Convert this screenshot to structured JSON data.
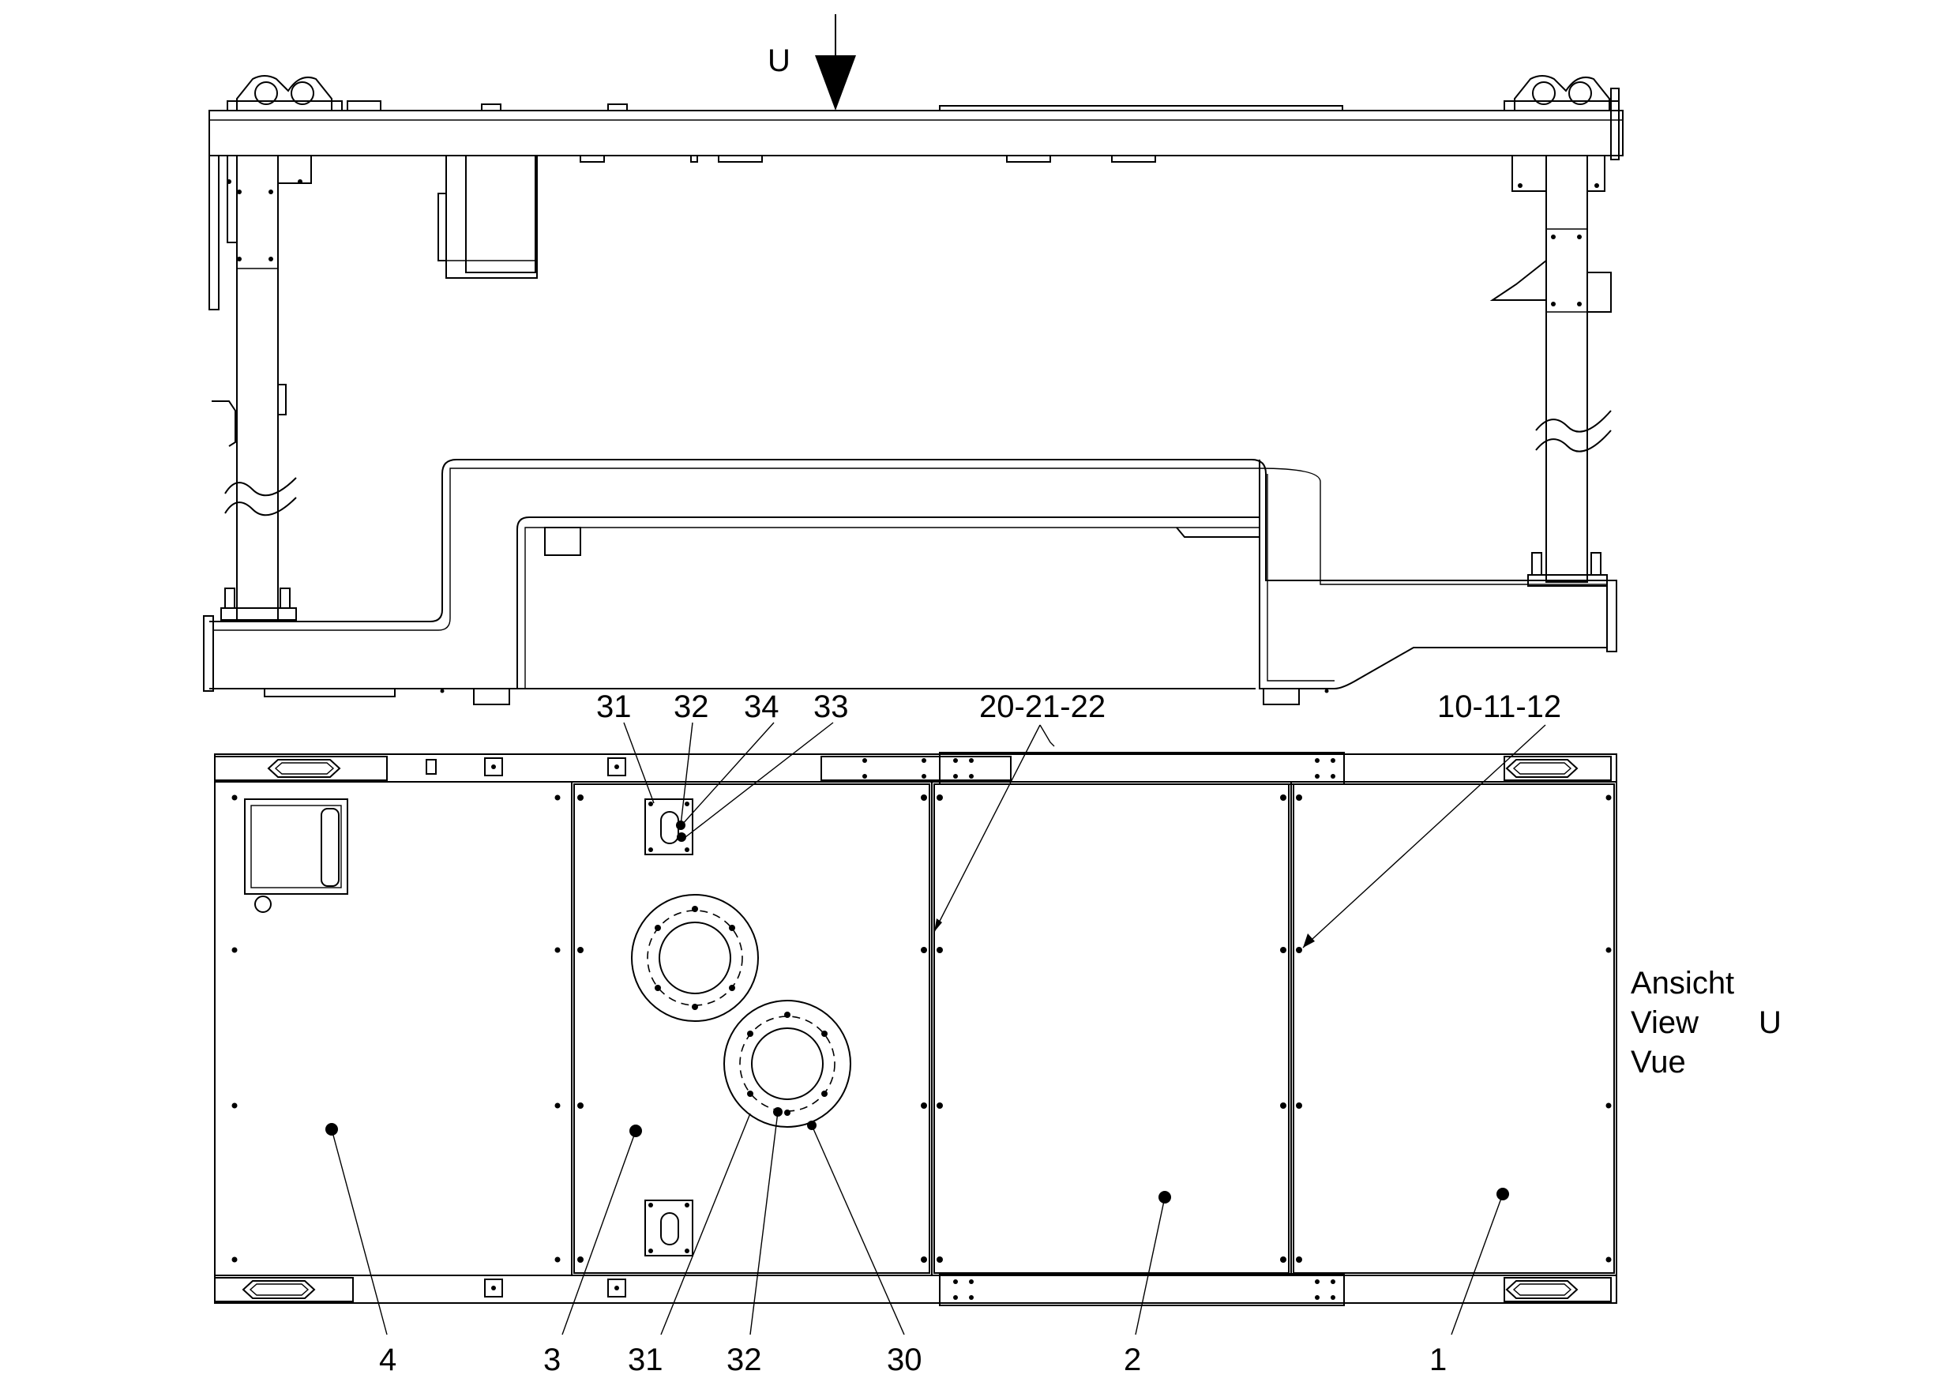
{
  "view_arrow": {
    "letter": "U"
  },
  "view_label": {
    "line1": "Ansicht",
    "line2": "View",
    "line2_suffix": "U",
    "line3": "Vue"
  },
  "callouts": {
    "c31_top": "31",
    "c32_top": "32",
    "c34": "34",
    "c33": "33",
    "c20_21_22": "20-21-22",
    "c10_11_12": "10-11-12",
    "c4": "4",
    "c3": "3",
    "c31_bottom": "31",
    "c32_bottom": "32",
    "c30": "30",
    "c2": "2",
    "c1": "1"
  }
}
